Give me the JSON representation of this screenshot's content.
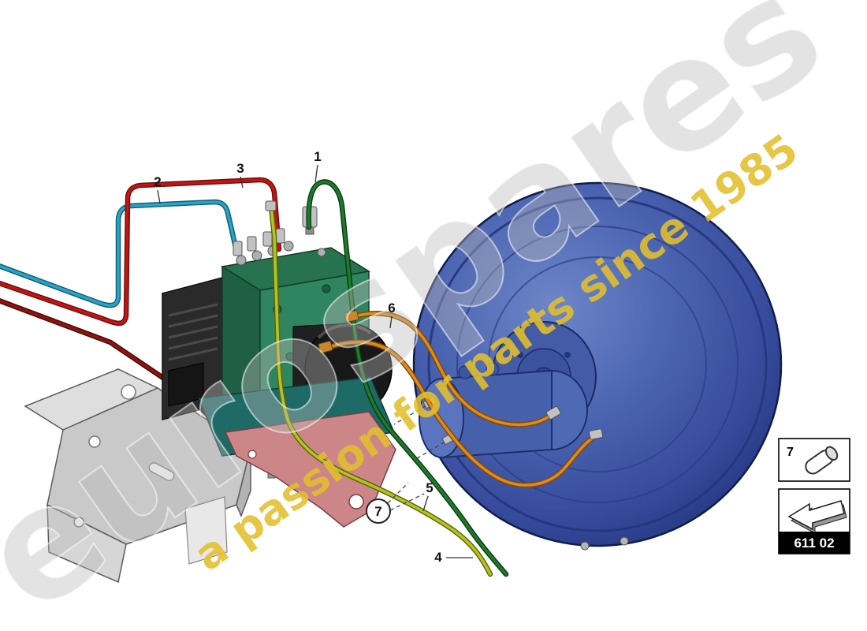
{
  "watermark": {
    "brand": "eurospares",
    "tagline": "a passion for parts since 1985"
  },
  "callouts": [
    {
      "label": "1"
    },
    {
      "label": "2"
    },
    {
      "label": "3"
    },
    {
      "label": "4"
    },
    {
      "label": "5"
    },
    {
      "label": "6"
    },
    {
      "label": "7"
    }
  ],
  "legend": {
    "item_ref": {
      "number": "7"
    },
    "part_group": {
      "code": "611 02"
    }
  },
  "colors": {
    "line_cyan": "#2aa3c8",
    "line_red": "#c41414",
    "line_dark_red": "#8e1410",
    "line_green": "#1f7a2e",
    "line_yellow_green": "#b4c41c",
    "line_orange": "#e08a1a",
    "booster_blue": "#445ca8",
    "abs_green": "#2f8560",
    "bracket_gray": "#c9c9c9",
    "bracket_pink": "#cd8688",
    "watermark_gray": "#bdbdbd",
    "watermark_yellow": "#e2bf2b"
  }
}
